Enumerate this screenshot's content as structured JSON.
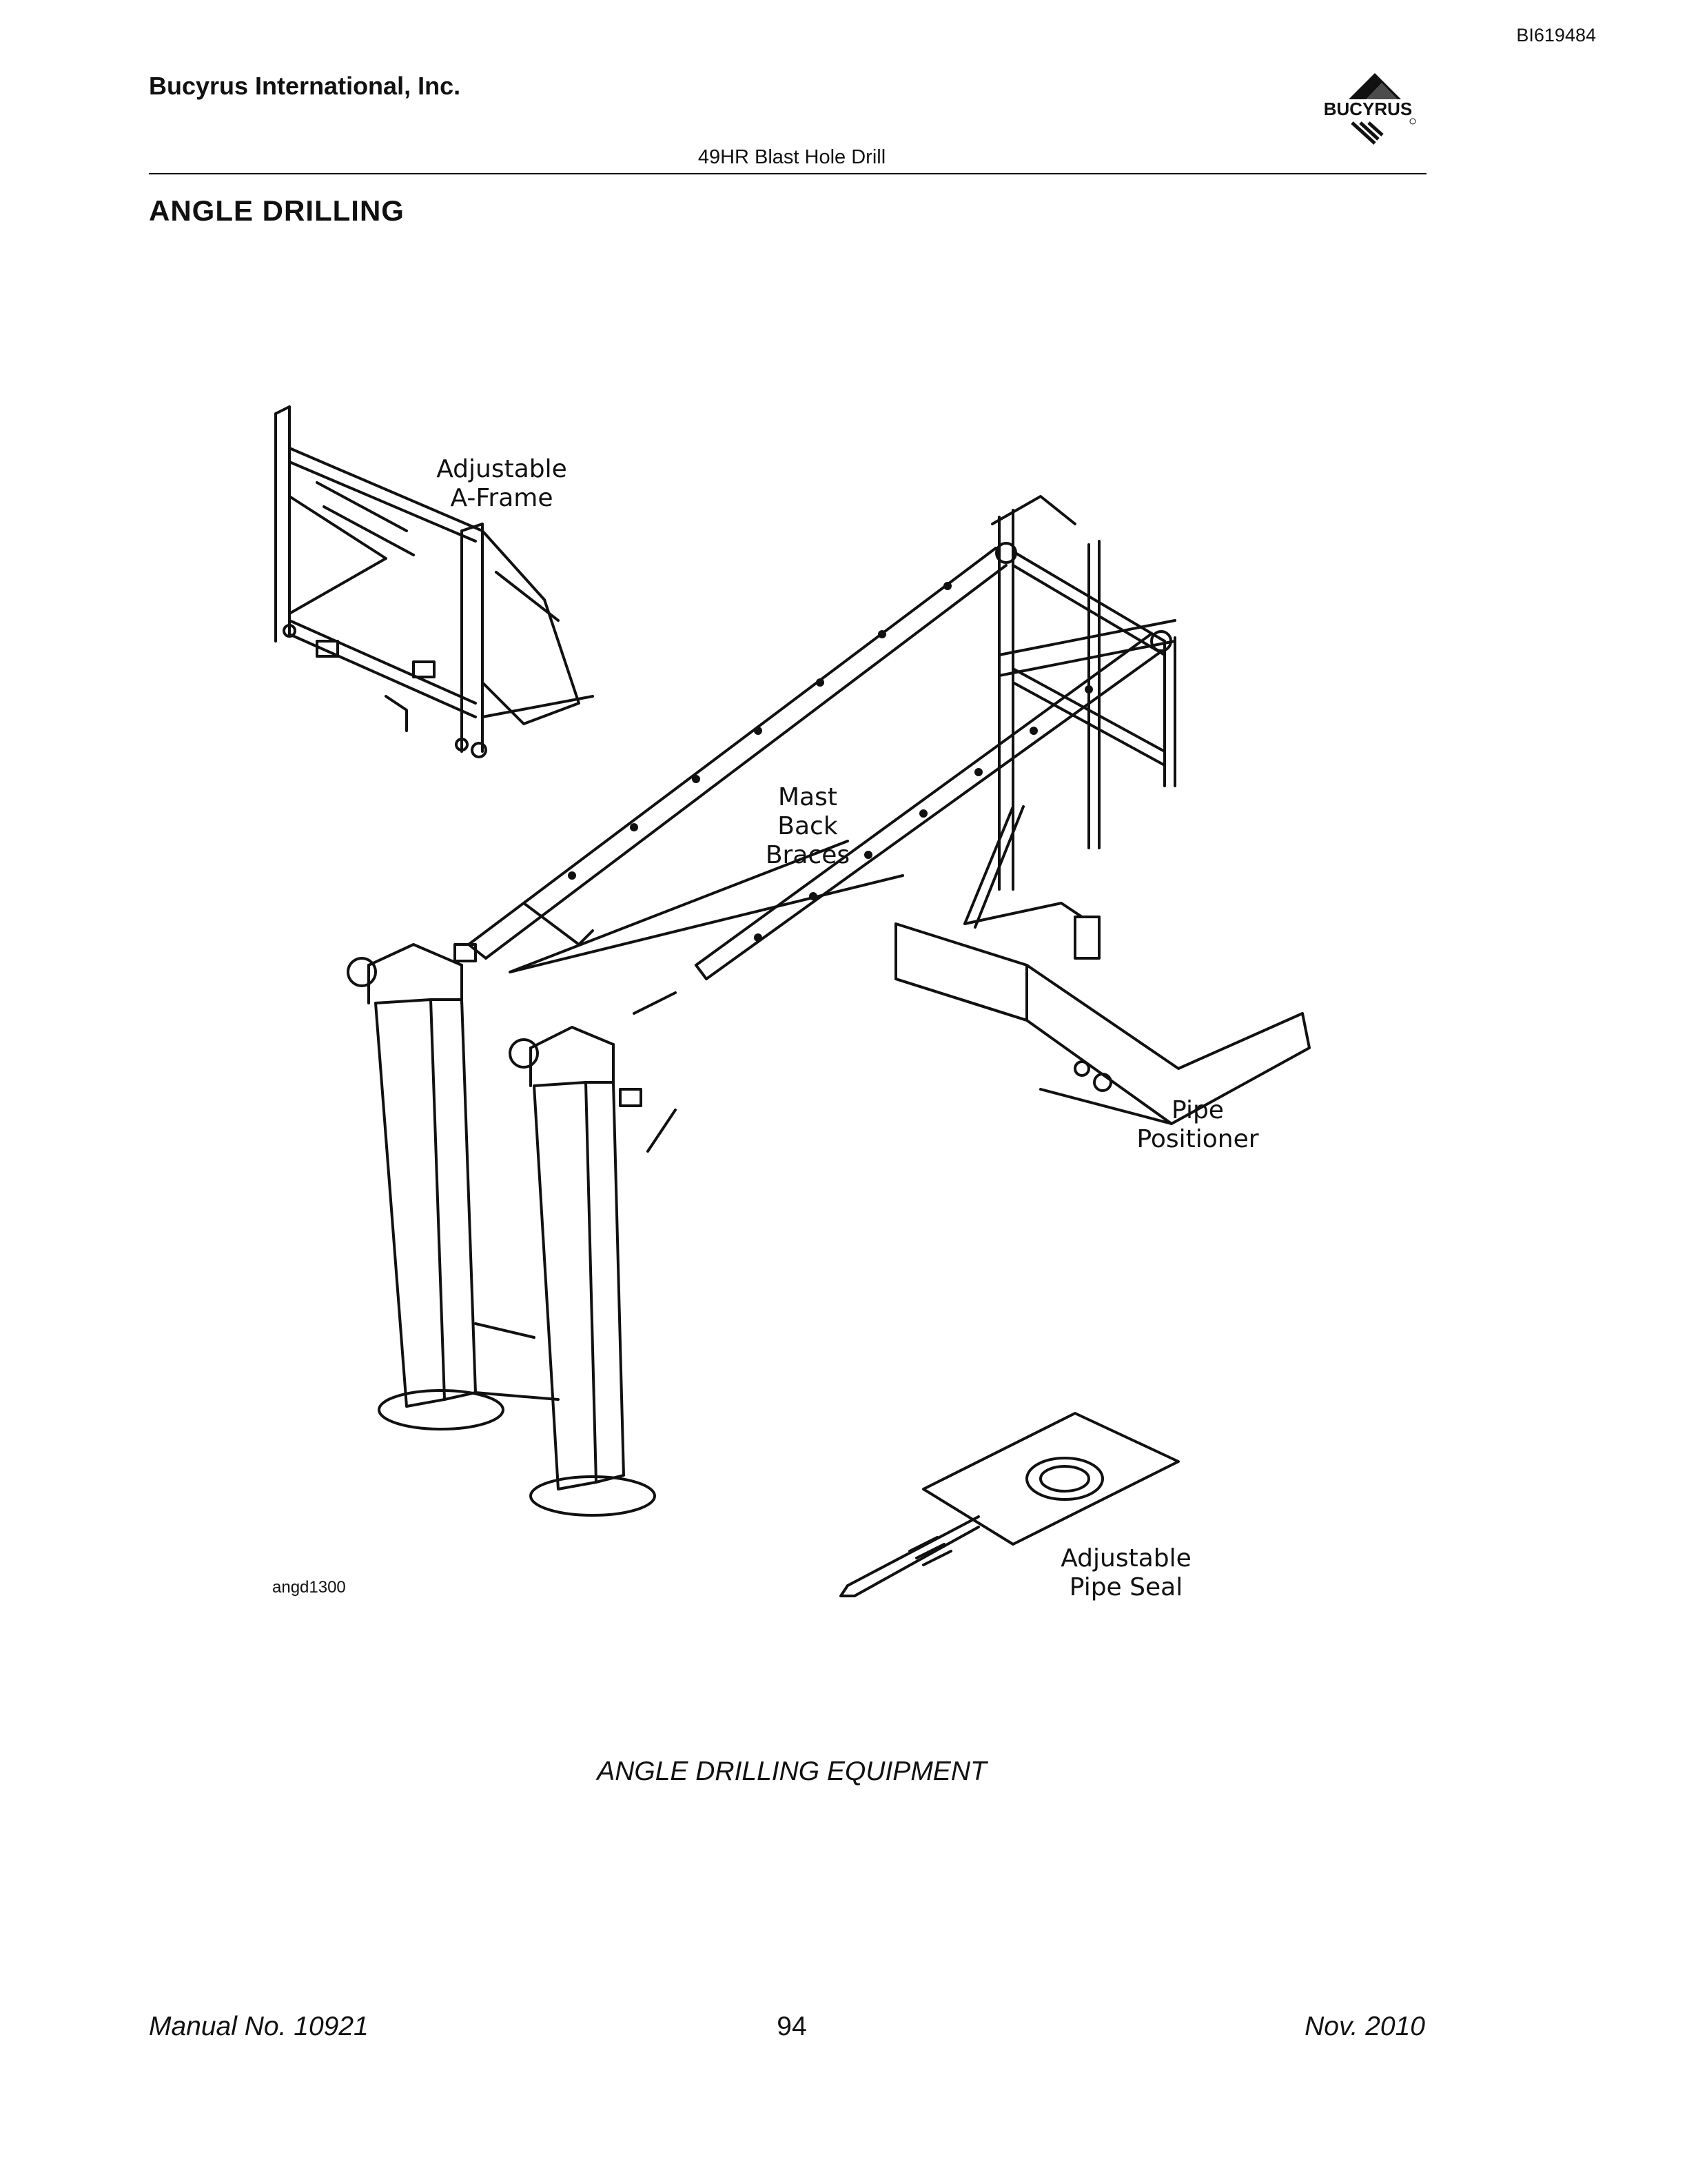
{
  "header": {
    "doc_id": "BI619484",
    "company": "Bucyrus International, Inc.",
    "logo_text": "BUCYRUS",
    "subtitle": "49HR Blast Hole Drill"
  },
  "section_title": "ANGLE DRILLING",
  "figure": {
    "labels": {
      "a_frame": [
        "Adjustable",
        "A-Frame"
      ],
      "back_braces": [
        "Mast",
        "Back",
        "Braces"
      ],
      "pipe_positioner": [
        "Pipe",
        "Positioner"
      ],
      "pipe_seal": [
        "Adjustable",
        "Pipe Seal"
      ]
    },
    "figure_id": "angd1300",
    "caption": "ANGLE DRILLING EQUIPMENT"
  },
  "footer": {
    "manual": "Manual No. 10921",
    "page": "94",
    "date": "Nov. 2010"
  }
}
